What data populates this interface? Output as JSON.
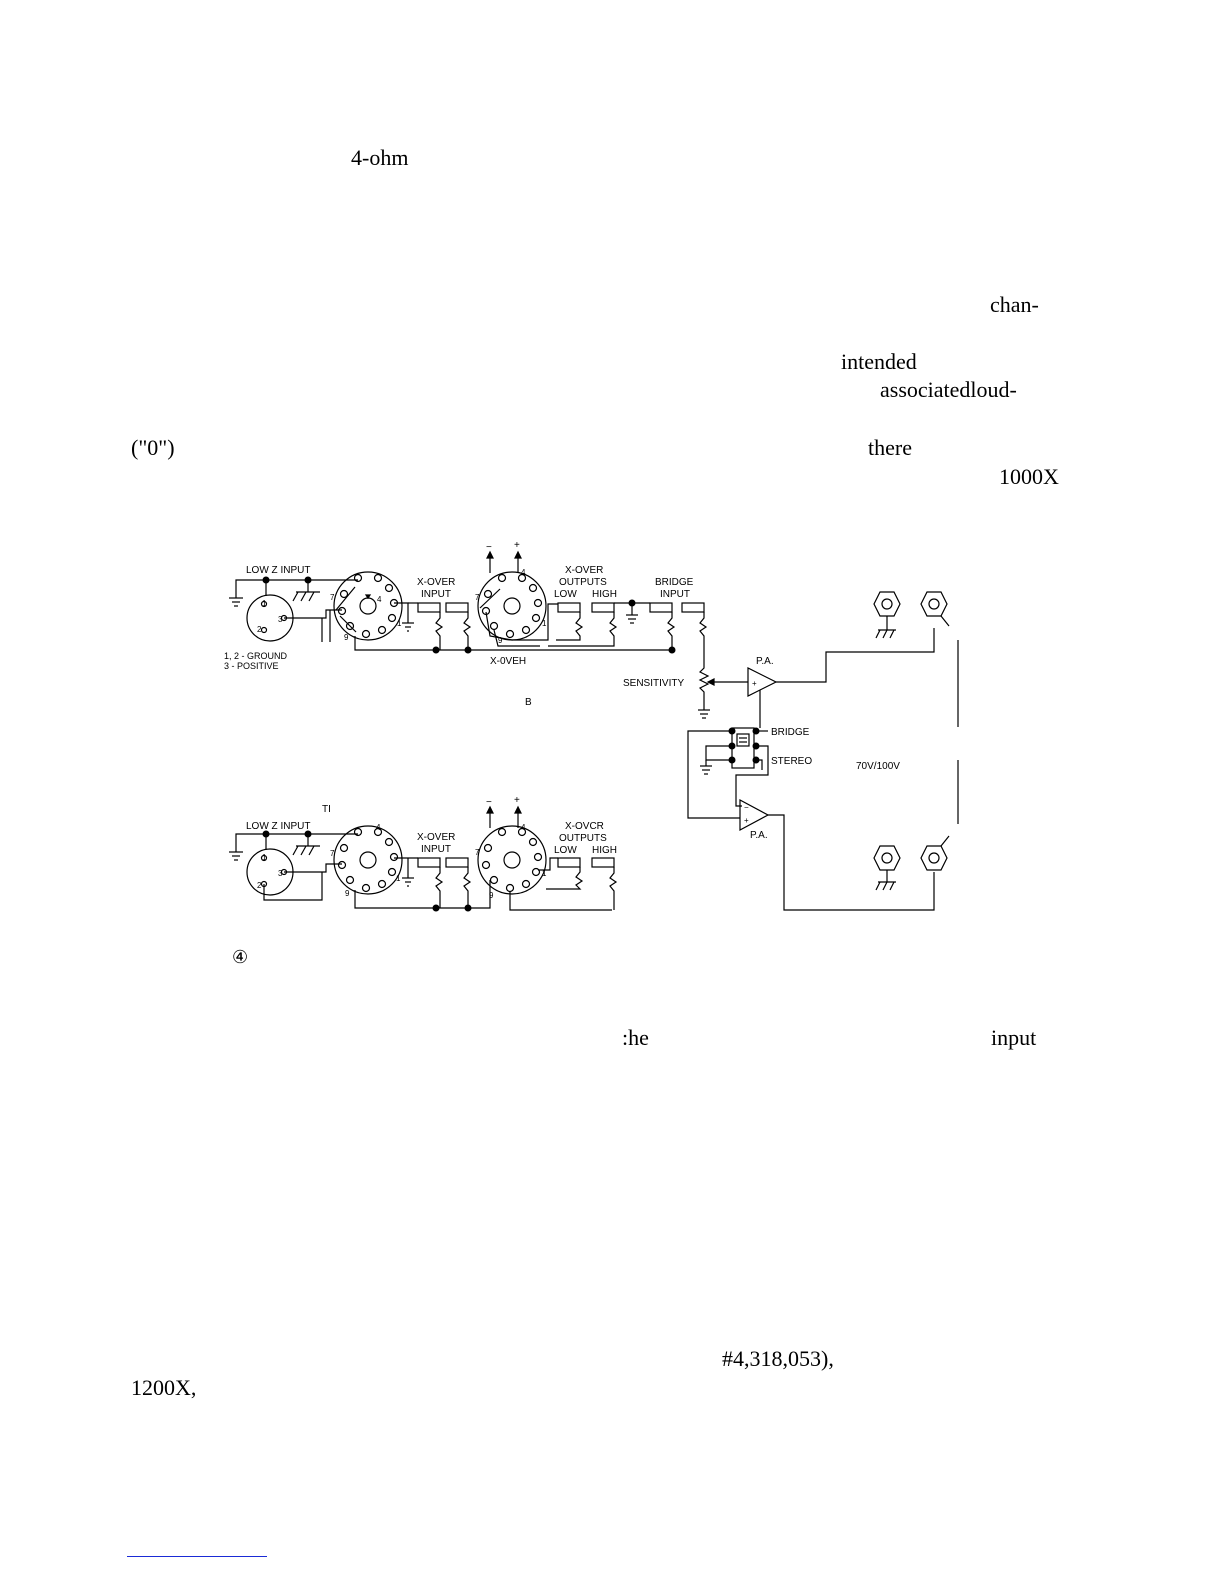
{
  "text_fragments": {
    "f1": "4-ohm",
    "f2": "chan-",
    "f3": "intended",
    "f4": "associatedloud-",
    "f5": "(\"0\")",
    "f6": "there",
    "f7": "1000X",
    "f8": ":he",
    "f9": "input",
    "f10": "#4,318,053),",
    "f11": "1200X,"
  },
  "diagram": {
    "top_channel": {
      "low_z_input": "LOW Z INPUT",
      "xover_input": "X-OVER",
      "xover_input_2": "INPUT",
      "xover_outputs": "X-OVER",
      "xover_outputs_2": "OUTPUTS",
      "low": "LOW",
      "high": "HIGH",
      "bridge_input": "BRIDGE",
      "bridge_input_2": "INPUT",
      "xover_label": "X-0VEH",
      "ground_note": "1, 2 - GROUND",
      "positive_note": "3 - POSITIVE",
      "sensitivity": "SENSITIVITY",
      "pa": "P.A.",
      "b_label": "B",
      "minus": "−",
      "plus": "+"
    },
    "middle": {
      "bridge": "BRIDGE",
      "stereo": "STEREO",
      "voltage": "70V/100V"
    },
    "bottom_channel": {
      "ti": "TI",
      "low_z_input": "LOW Z INPUT",
      "xover_input": "X-OVER",
      "xover_input_2": "INPUT",
      "xover_outputs": "X-OVCR",
      "xover_outputs_2": "OUTPUTS",
      "low": "LOW",
      "high": "HIGH",
      "pa": "P.A.",
      "minus": "−",
      "plus": "+"
    },
    "pins": {
      "p1": "1",
      "p2": "2",
      "p3": "3",
      "p4": "4",
      "p7": "7",
      "p9": "9"
    },
    "figure_marker": "④"
  }
}
